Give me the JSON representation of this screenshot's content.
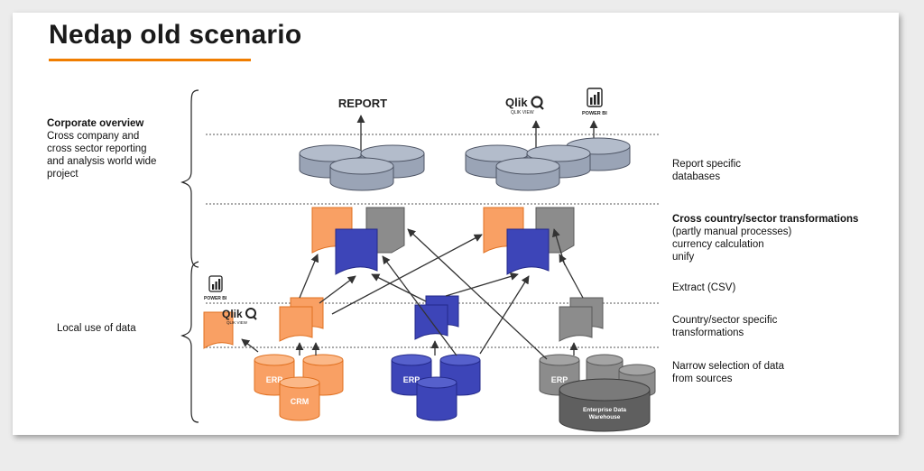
{
  "slide": {
    "title": "Nedap old scenario",
    "accent_color": "#f07d00"
  },
  "left_labels": {
    "corporate_heading": "Corporate overview",
    "corporate_lines": [
      "Cross company and",
      "cross sector  reporting",
      "and analysis world wide",
      "project"
    ],
    "local": "Local use of data"
  },
  "right_labels": {
    "report_db": [
      "Report specific",
      "databases"
    ],
    "transform_heading": "Cross country/sector transformations",
    "transform_lines": [
      "(partly manual processes)",
      "currency calculation",
      "unify"
    ],
    "extract": "Extract (CSV)",
    "country": [
      "Country/sector specific",
      "transformations"
    ],
    "narrow": [
      "Narrow selection of data",
      "from sources"
    ]
  },
  "diagram": {
    "report_label": "REPORT",
    "qlik_label": "Qlik",
    "qlik_sub": "QLIK VIEW",
    "powerbi_label": "POWER BI",
    "erp_label": "ERP",
    "crm_label": "CRM",
    "edw_lines": [
      "Enterprise Data",
      "Warehouse"
    ],
    "colors": {
      "orange": "#f9a064",
      "orange_stroke": "#e07020",
      "blue": "#3d45b8",
      "blue_stroke": "#23298a",
      "grey": "#8c8c8c",
      "grey_stroke": "#5a5a5a",
      "report_db": "#9aa4b6",
      "report_db_stroke": "#4f5666"
    }
  }
}
